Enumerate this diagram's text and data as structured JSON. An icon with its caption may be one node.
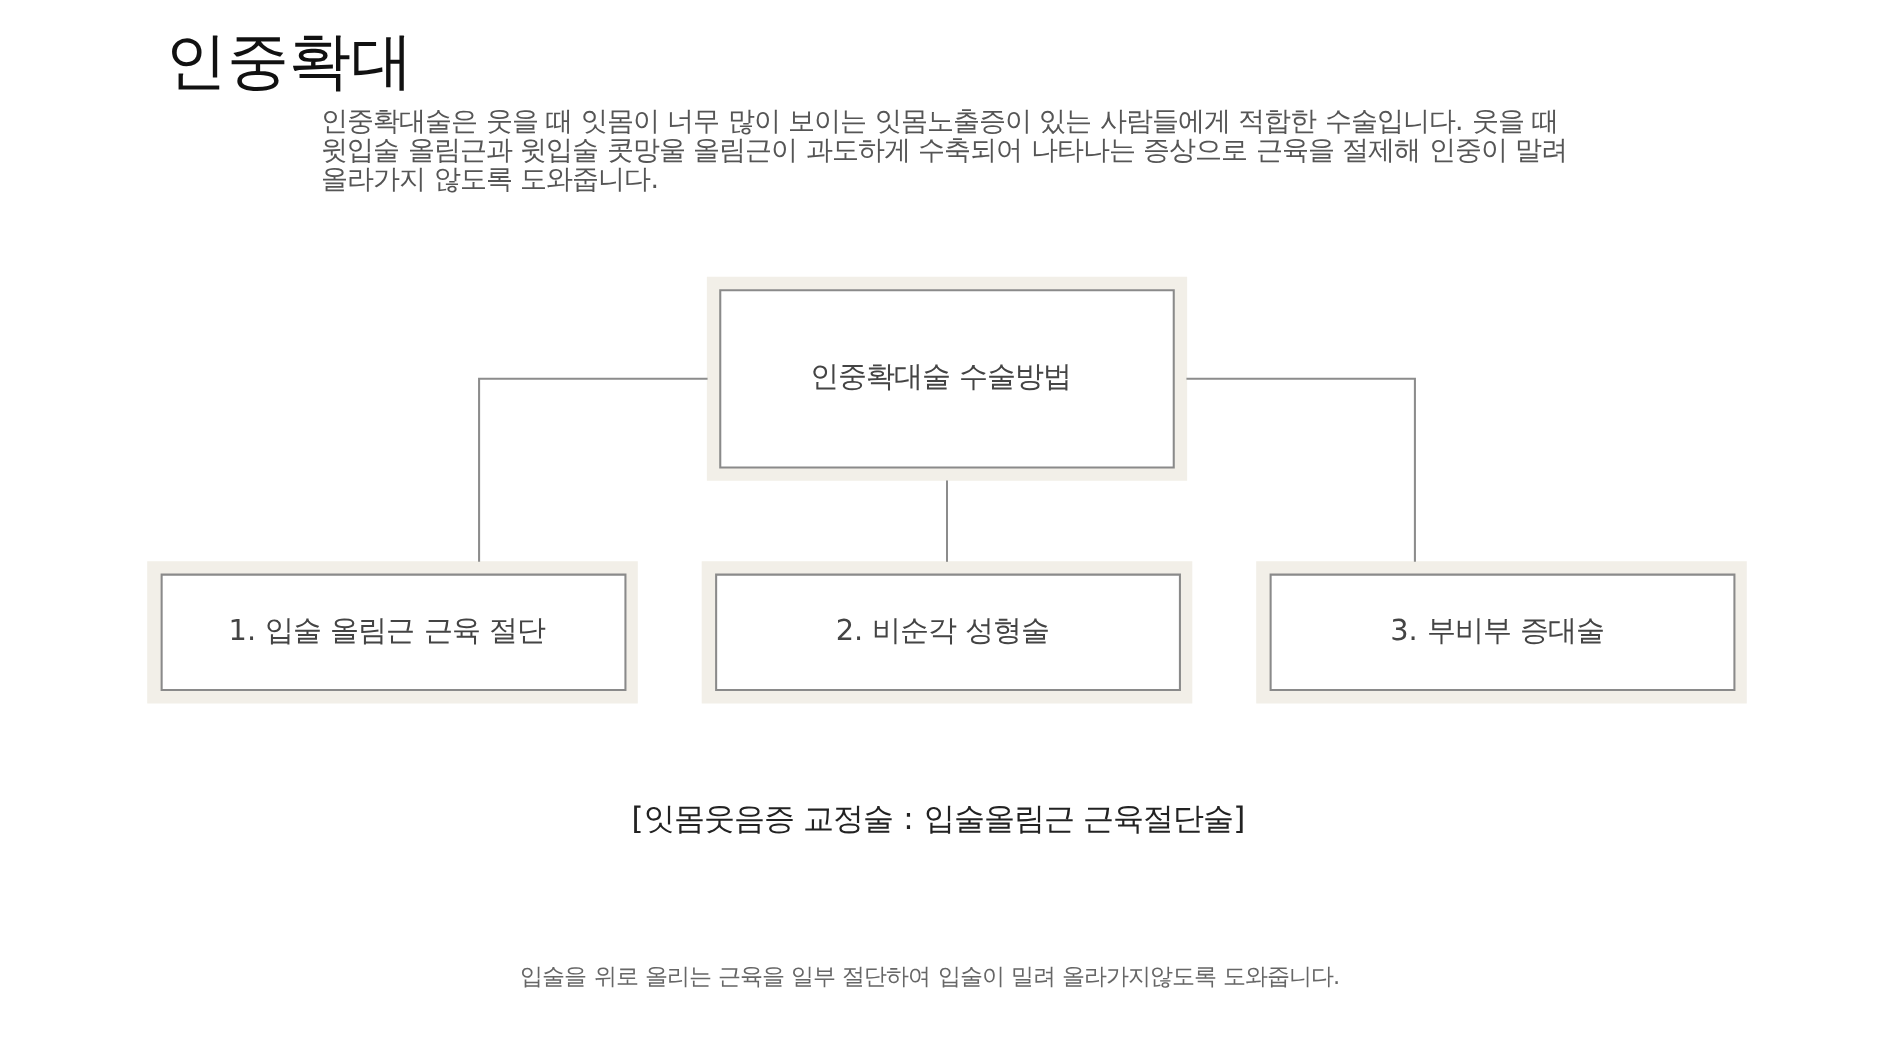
{
  "diagram": {
    "title": "인중확대",
    "nodes": [
      {
        "text": [
          "인중확대술 수술방법"
        ]
      },
      {
        "text": [
          "1. 입술 올림근 근육 절단"
        ]
      },
      {
        "text": [
          "2. 비순각 성형술"
        ]
      },
      {
        "text": [
          "3. 부비부 증대술"
        ]
      }
    ],
    "edges": [
      {
        "from": 0,
        "to": 1,
        "arrow": "none"
      },
      {
        "from": 0,
        "to": 2,
        "arrow": "none"
      },
      {
        "from": 0,
        "to": 3,
        "arrow": "none"
      }
    ],
    "labels": [
      "인중확대술은 웃을 때 잇몸이 너무 많이 보이는 잇몸노출증이 있는 사람들에게 적합한 수술입니다. 웃을 때 윗입술 올림근과 윗입술 콧망울 올림근이 과도하게 수축되어 나타나는 증상으로 근육을 절제해 인중이 말려 올라가지 않도록 도와줍니다.",
      "[잇몸웃음증 교정술 : 입술올림근 근육절단술]",
      "입술을 위로 올리는 근육을 일부 절단하여 입술이 밀려 올라가지않도록 도와줍니다."
    ]
  }
}
